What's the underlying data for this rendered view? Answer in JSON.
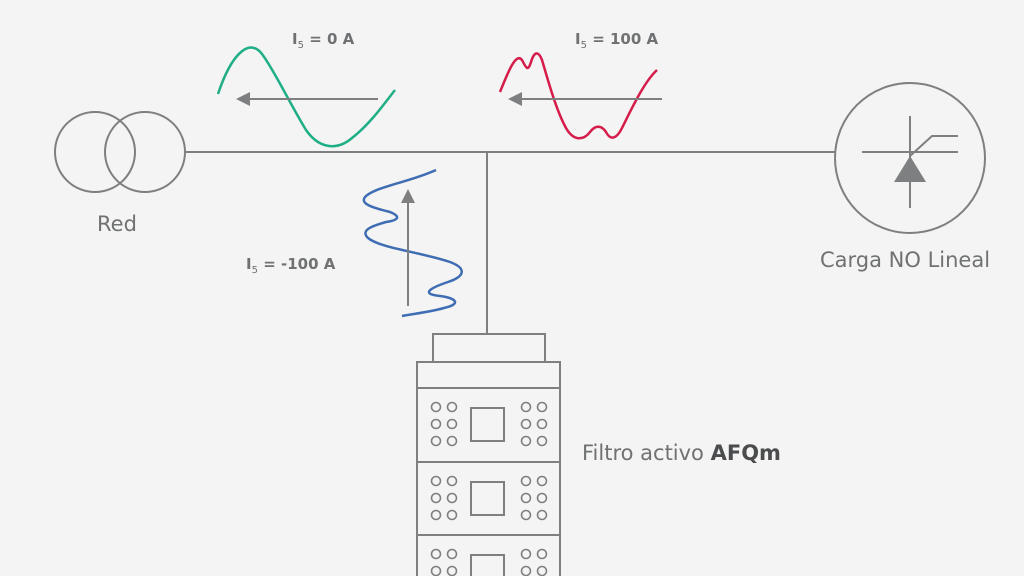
{
  "labels": {
    "red": "Red",
    "load": "Carga NO Lineal",
    "filter_prefix": "Filtro activo ",
    "filter_model": "AFQm"
  },
  "currents": {
    "grid": {
      "symbol": "I",
      "subscript": "5",
      "value": "= 0 A"
    },
    "load": {
      "symbol": "I",
      "subscript": "5",
      "value": "= 100 A"
    },
    "filter": {
      "symbol": "I",
      "subscript": "5",
      "value": "= -100 A"
    }
  },
  "colors": {
    "background": "#f3f4f3",
    "line": "#7d7f81",
    "grid_wave": "#1fae86",
    "load_wave": "#d61c4a",
    "filter_wave": "#3f6db3"
  }
}
